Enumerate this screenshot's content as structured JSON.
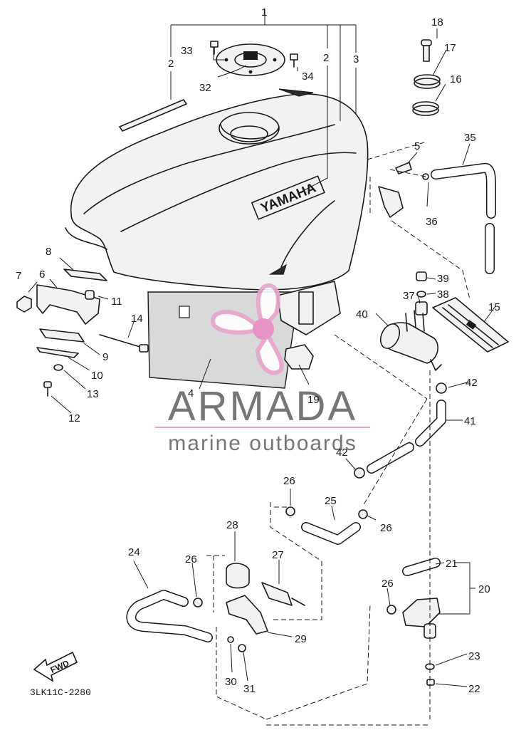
{
  "diagram": {
    "code": "3LK11C-2280",
    "tank_brand": "YAMAHA",
    "fwd_arrow": "FWD",
    "callouts": [
      "1",
      "2",
      "2",
      "3",
      "4",
      "5",
      "6",
      "7",
      "8",
      "9",
      "10",
      "11",
      "12",
      "13",
      "14",
      "15",
      "16",
      "17",
      "18",
      "19",
      "20",
      "21",
      "22",
      "23",
      "24",
      "25",
      "26",
      "26",
      "26",
      "26",
      "27",
      "28",
      "29",
      "30",
      "31",
      "32",
      "33",
      "34",
      "35",
      "36",
      "37",
      "38",
      "39",
      "40",
      "41",
      "42",
      "42"
    ]
  },
  "watermark": {
    "title": "ARMADA",
    "subtitle": "marine outboards",
    "colors": {
      "logo_pink": "#e8a6cf",
      "logo_dot": "#e98cc4",
      "text_gray": "#767676"
    }
  }
}
